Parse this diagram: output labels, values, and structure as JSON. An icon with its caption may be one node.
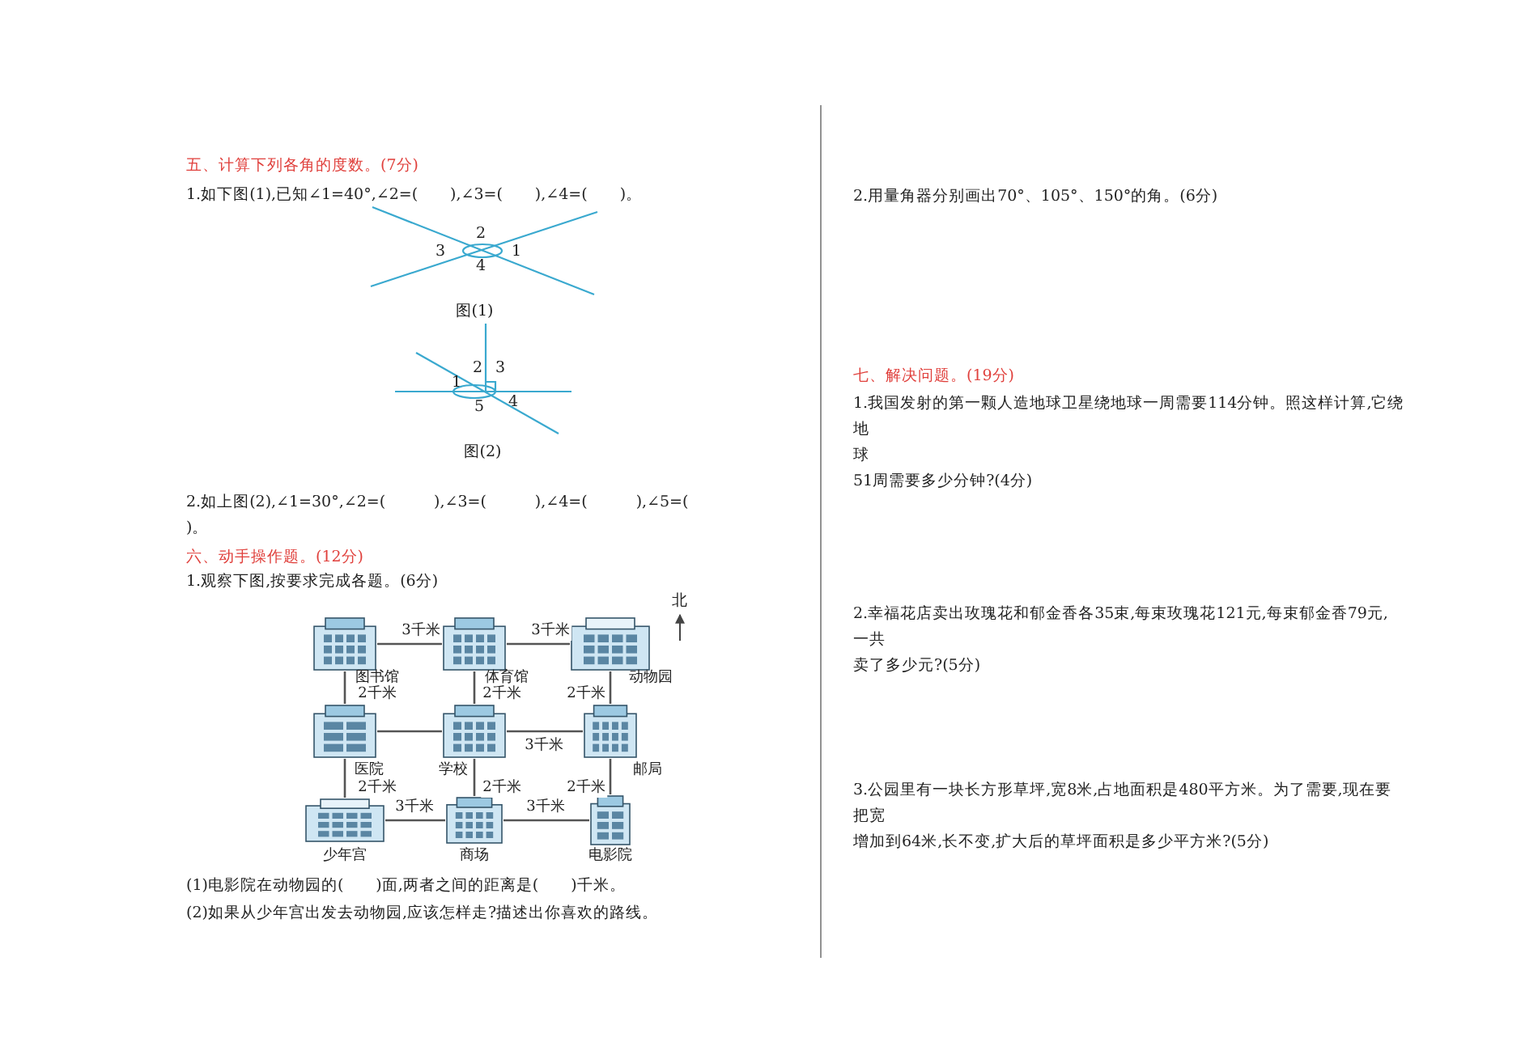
{
  "diagram": {
    "nodes": [
      {
        "text": [
          "图书馆"
        ]
      },
      {
        "text": [
          "体育馆"
        ]
      },
      {
        "text": [
          "动物园"
        ]
      },
      {
        "text": [
          "医院"
        ]
      },
      {
        "text": [
          "学校"
        ]
      },
      {
        "text": [
          "邮局"
        ]
      },
      {
        "text": [
          "少年宫"
        ]
      },
      {
        "text": [
          "商场"
        ]
      },
      {
        "text": [
          "电影院"
        ]
      }
    ],
    "edges": [
      {
        "from": 0,
        "to": 1,
        "arrow": "none",
        "label": "3千米"
      },
      {
        "from": 1,
        "to": 2,
        "arrow": "none",
        "label": "3千米"
      },
      {
        "from": 0,
        "to": 3,
        "arrow": "none",
        "label": "2千米"
      },
      {
        "from": 1,
        "to": 4,
        "arrow": "none",
        "label": "2千米"
      },
      {
        "from": 2,
        "to": 5,
        "arrow": "none",
        "label": "2千米"
      },
      {
        "from": 3,
        "to": 4,
        "arrow": "none"
      },
      {
        "from": 4,
        "to": 5,
        "arrow": "none",
        "label": "3千米"
      },
      {
        "from": 3,
        "to": 6,
        "arrow": "none",
        "label": "2千米"
      },
      {
        "from": 4,
        "to": 7,
        "arrow": "none",
        "label": "2千米"
      },
      {
        "from": 5,
        "to": 8,
        "arrow": "none",
        "label": "2千米"
      },
      {
        "from": 6,
        "to": 7,
        "arrow": "none",
        "label": "3千米"
      },
      {
        "from": 7,
        "to": 8,
        "arrow": "none",
        "label": "3千米"
      }
    ],
    "labels": [
      "五、计算下列各角的度数。(7分)",
      "1.如下图(1),已知∠1=40°,∠2=(　　),∠3=(　　),∠4=(　　)。",
      "2",
      "3",
      "1",
      "4",
      "图(1)",
      "2",
      "3",
      "1",
      "4",
      "5",
      "图(2)",
      "2.如上图(2),∠1=30°,∠2=(　　　),∠3=(　　　),∠4=(　　　),∠5=(",
      ")。",
      "六、动手操作题。(12分)",
      "1.观察下图,按要求完成各题。(6分)",
      "北",
      "(1)电影院在动物园的(　　)面,两者之间的距离是(　　)千米。",
      "(2)如果从少年宫出发去动物园,应该怎样走?描述出你喜欢的路线。",
      "2.用量角器分别画出70°、105°、150°的角。(6分)",
      "七、解决问题。(19分)",
      "1.我国发射的第一颗人造地球卫星绕地球一周需要114分钟。照这样计算,它绕",
      "地",
      "球",
      "51周需要多少分钟?(4分)",
      "2.幸福花店卖出玫瑰花和郁金香各35束,每束玫瑰花121元,每束郁金香79元,",
      "一共",
      "卖了多少元?(5分)",
      "3.公园里有一块长方形草坪,宽8米,占地面积是480平方米。为了需要,现在要",
      "把宽",
      "增加到64米,长不变,扩大后的草坪面积是多少平方米?(5分)"
    ]
  }
}
